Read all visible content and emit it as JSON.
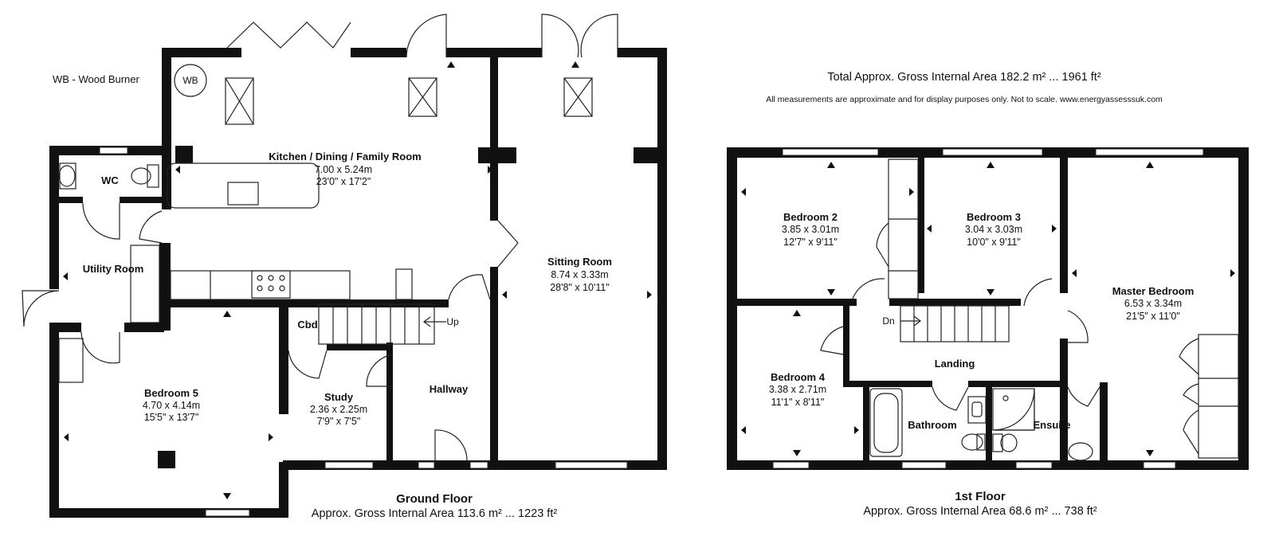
{
  "legend": {
    "wood_burner": "WB - Wood Burner",
    "wb_symbol": "WB"
  },
  "totals": {
    "area": "Total Approx. Gross Internal Area 182.2 m² ... 1961 ft²",
    "disclaimer": "All measurements are approximate and for display purposes only. Not to scale. www.energyassesssuk.com"
  },
  "ground_floor": {
    "title": "Ground Floor",
    "area": "Approx. Gross Internal Area 113.6 m² ... 1223 ft²",
    "rooms": {
      "kitchen": {
        "name": "Kitchen / Dining / Family Room",
        "metric": "7.00 x 5.24m",
        "imperial": "23'0\" x 17'2\""
      },
      "wc": {
        "name": "WC"
      },
      "utility": {
        "name": "Utility Room"
      },
      "sitting": {
        "name": "Sitting Room",
        "metric": "8.74 x 3.33m",
        "imperial": "28'8\" x 10'11\""
      },
      "bedroom5": {
        "name": "Bedroom 5",
        "metric": "4.70 x 4.14m",
        "imperial": "15'5\" x 13'7\""
      },
      "study": {
        "name": "Study",
        "metric": "2.36 x 2.25m",
        "imperial": "7'9\" x 7'5\""
      },
      "hallway": {
        "name": "Hallway"
      },
      "cbd": {
        "name": "Cbd"
      }
    },
    "stairs_label": "Up"
  },
  "first_floor": {
    "title": "1st Floor",
    "area": "Approx. Gross Internal Area 68.6 m² ... 738 ft²",
    "rooms": {
      "bedroom2": {
        "name": "Bedroom 2",
        "metric": "3.85 x 3.01m",
        "imperial": "12'7\" x 9'11\""
      },
      "bedroom3": {
        "name": "Bedroom 3",
        "metric": "3.04 x 3.03m",
        "imperial": "10'0\" x 9'11\""
      },
      "master": {
        "name": "Master Bedroom",
        "metric": "6.53 x 3.34m",
        "imperial": "21'5\" x 11'0\""
      },
      "bedroom4": {
        "name": "Bedroom 4",
        "metric": "3.38 x 2.71m",
        "imperial": "11'1\" x 8'11\""
      },
      "landing": {
        "name": "Landing"
      },
      "bathroom": {
        "name": "Bathroom"
      },
      "ensuite": {
        "name": "Ensuite"
      }
    },
    "stairs_label": "Dn"
  },
  "colors": {
    "wall": "#111111",
    "line": "#222222",
    "background": "#ffffff"
  }
}
